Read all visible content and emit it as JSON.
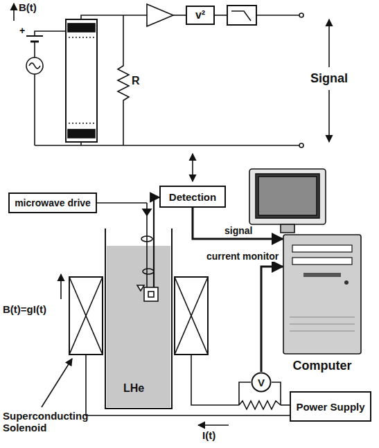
{
  "diagram": {
    "nodes": [
      {
        "text": [
          "v²"
        ]
      },
      {
        "text": [
          "microwave drive"
        ]
      },
      {
        "text": [
          "Detection"
        ]
      },
      {
        "text": [
          "Computer"
        ]
      },
      {
        "text": [
          "V"
        ]
      },
      {
        "text": [
          "Power Supply"
        ]
      }
    ],
    "edges": [
      {
        "from": 2,
        "to": 3,
        "label": "signal",
        "arrow": "to"
      },
      {
        "from": 4,
        "to": 3,
        "label": "current monitor",
        "arrow": "to"
      }
    ],
    "labels": [
      "B(t)",
      "+",
      "R",
      "Signal",
      "B(t)=gI(t)",
      "LHe",
      "Superconducting Solenoid",
      "I(t)"
    ]
  }
}
